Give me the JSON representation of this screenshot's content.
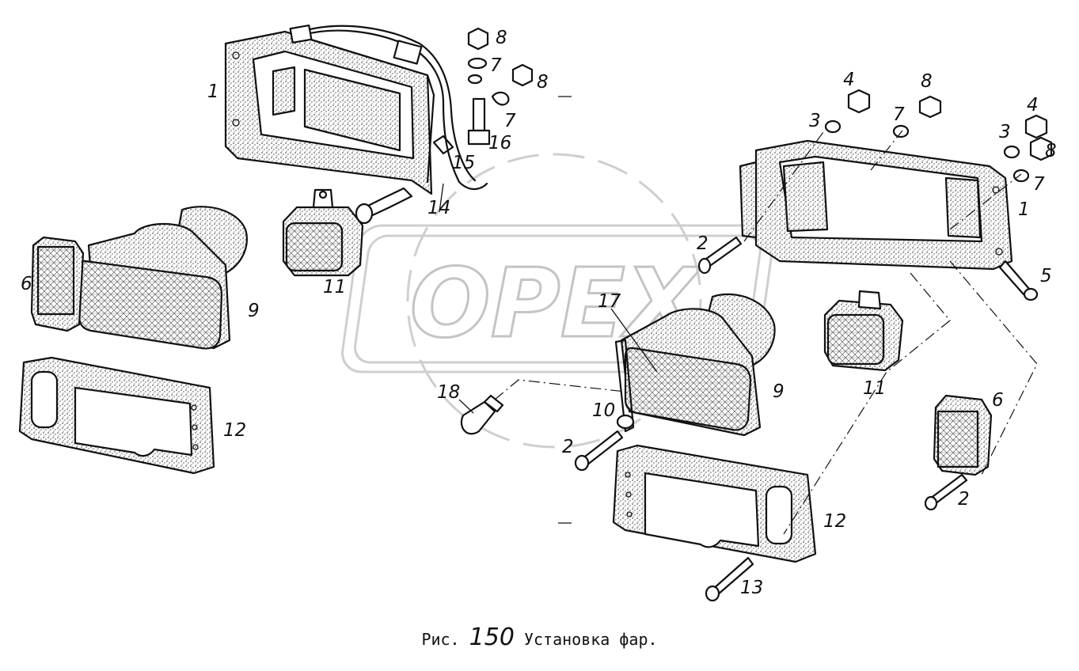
{
  "figure": {
    "caption_prefix": "Рис.",
    "caption_number": "150",
    "caption_title": "Установка фар.",
    "watermark_text": "OPEX"
  },
  "callouts": [
    {
      "id": "c1a",
      "text": "1"
    },
    {
      "id": "c1b",
      "text": "1"
    },
    {
      "id": "c2a",
      "text": "2"
    },
    {
      "id": "c2b",
      "text": "2"
    },
    {
      "id": "c2c",
      "text": "2"
    },
    {
      "id": "c3a",
      "text": "3"
    },
    {
      "id": "c3b",
      "text": "3"
    },
    {
      "id": "c4a",
      "text": "4"
    },
    {
      "id": "c4b",
      "text": "4"
    },
    {
      "id": "c5",
      "text": "5"
    },
    {
      "id": "c6a",
      "text": "6"
    },
    {
      "id": "c6b",
      "text": "6"
    },
    {
      "id": "c7a",
      "text": "7"
    },
    {
      "id": "c7b",
      "text": "7"
    },
    {
      "id": "c7c",
      "text": "7"
    },
    {
      "id": "c7d",
      "text": "7"
    },
    {
      "id": "c8a",
      "text": "8"
    },
    {
      "id": "c8b",
      "text": "8"
    },
    {
      "id": "c8c",
      "text": "8"
    },
    {
      "id": "c8d",
      "text": "8"
    },
    {
      "id": "c9a",
      "text": "9"
    },
    {
      "id": "c9b",
      "text": "9"
    },
    {
      "id": "c10",
      "text": "10"
    },
    {
      "id": "c11a",
      "text": "11"
    },
    {
      "id": "c11b",
      "text": "11"
    },
    {
      "id": "c12a",
      "text": "12"
    },
    {
      "id": "c12b",
      "text": "12"
    },
    {
      "id": "c13",
      "text": "13"
    },
    {
      "id": "c14",
      "text": "14"
    },
    {
      "id": "c15",
      "text": "15"
    },
    {
      "id": "c16",
      "text": "16"
    },
    {
      "id": "c17",
      "text": "17"
    },
    {
      "id": "c18",
      "text": "18"
    }
  ]
}
